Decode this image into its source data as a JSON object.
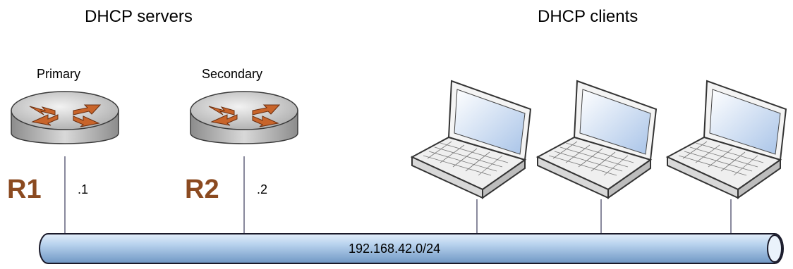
{
  "headings": {
    "servers": "DHCP servers",
    "clients": "DHCP clients"
  },
  "servers": [
    {
      "role": "Primary",
      "name": "R1",
      "address": ".1",
      "icon": "router-icon"
    },
    {
      "role": "Secondary",
      "name": "R2",
      "address": ".2",
      "icon": "router-icon"
    }
  ],
  "clients": [
    {
      "icon": "laptop-icon"
    },
    {
      "icon": "laptop-icon"
    },
    {
      "icon": "laptop-icon"
    }
  ],
  "network": {
    "label": "192.168.42.0/24",
    "icon": "network-segment-pipe"
  },
  "colors": {
    "router_name": "#8B4A20",
    "router_arrows": "#C8642A",
    "router_body": "#b5b5b5",
    "pipe_fill": "#a6c6e6",
    "link_line": "#3a3a5a"
  }
}
